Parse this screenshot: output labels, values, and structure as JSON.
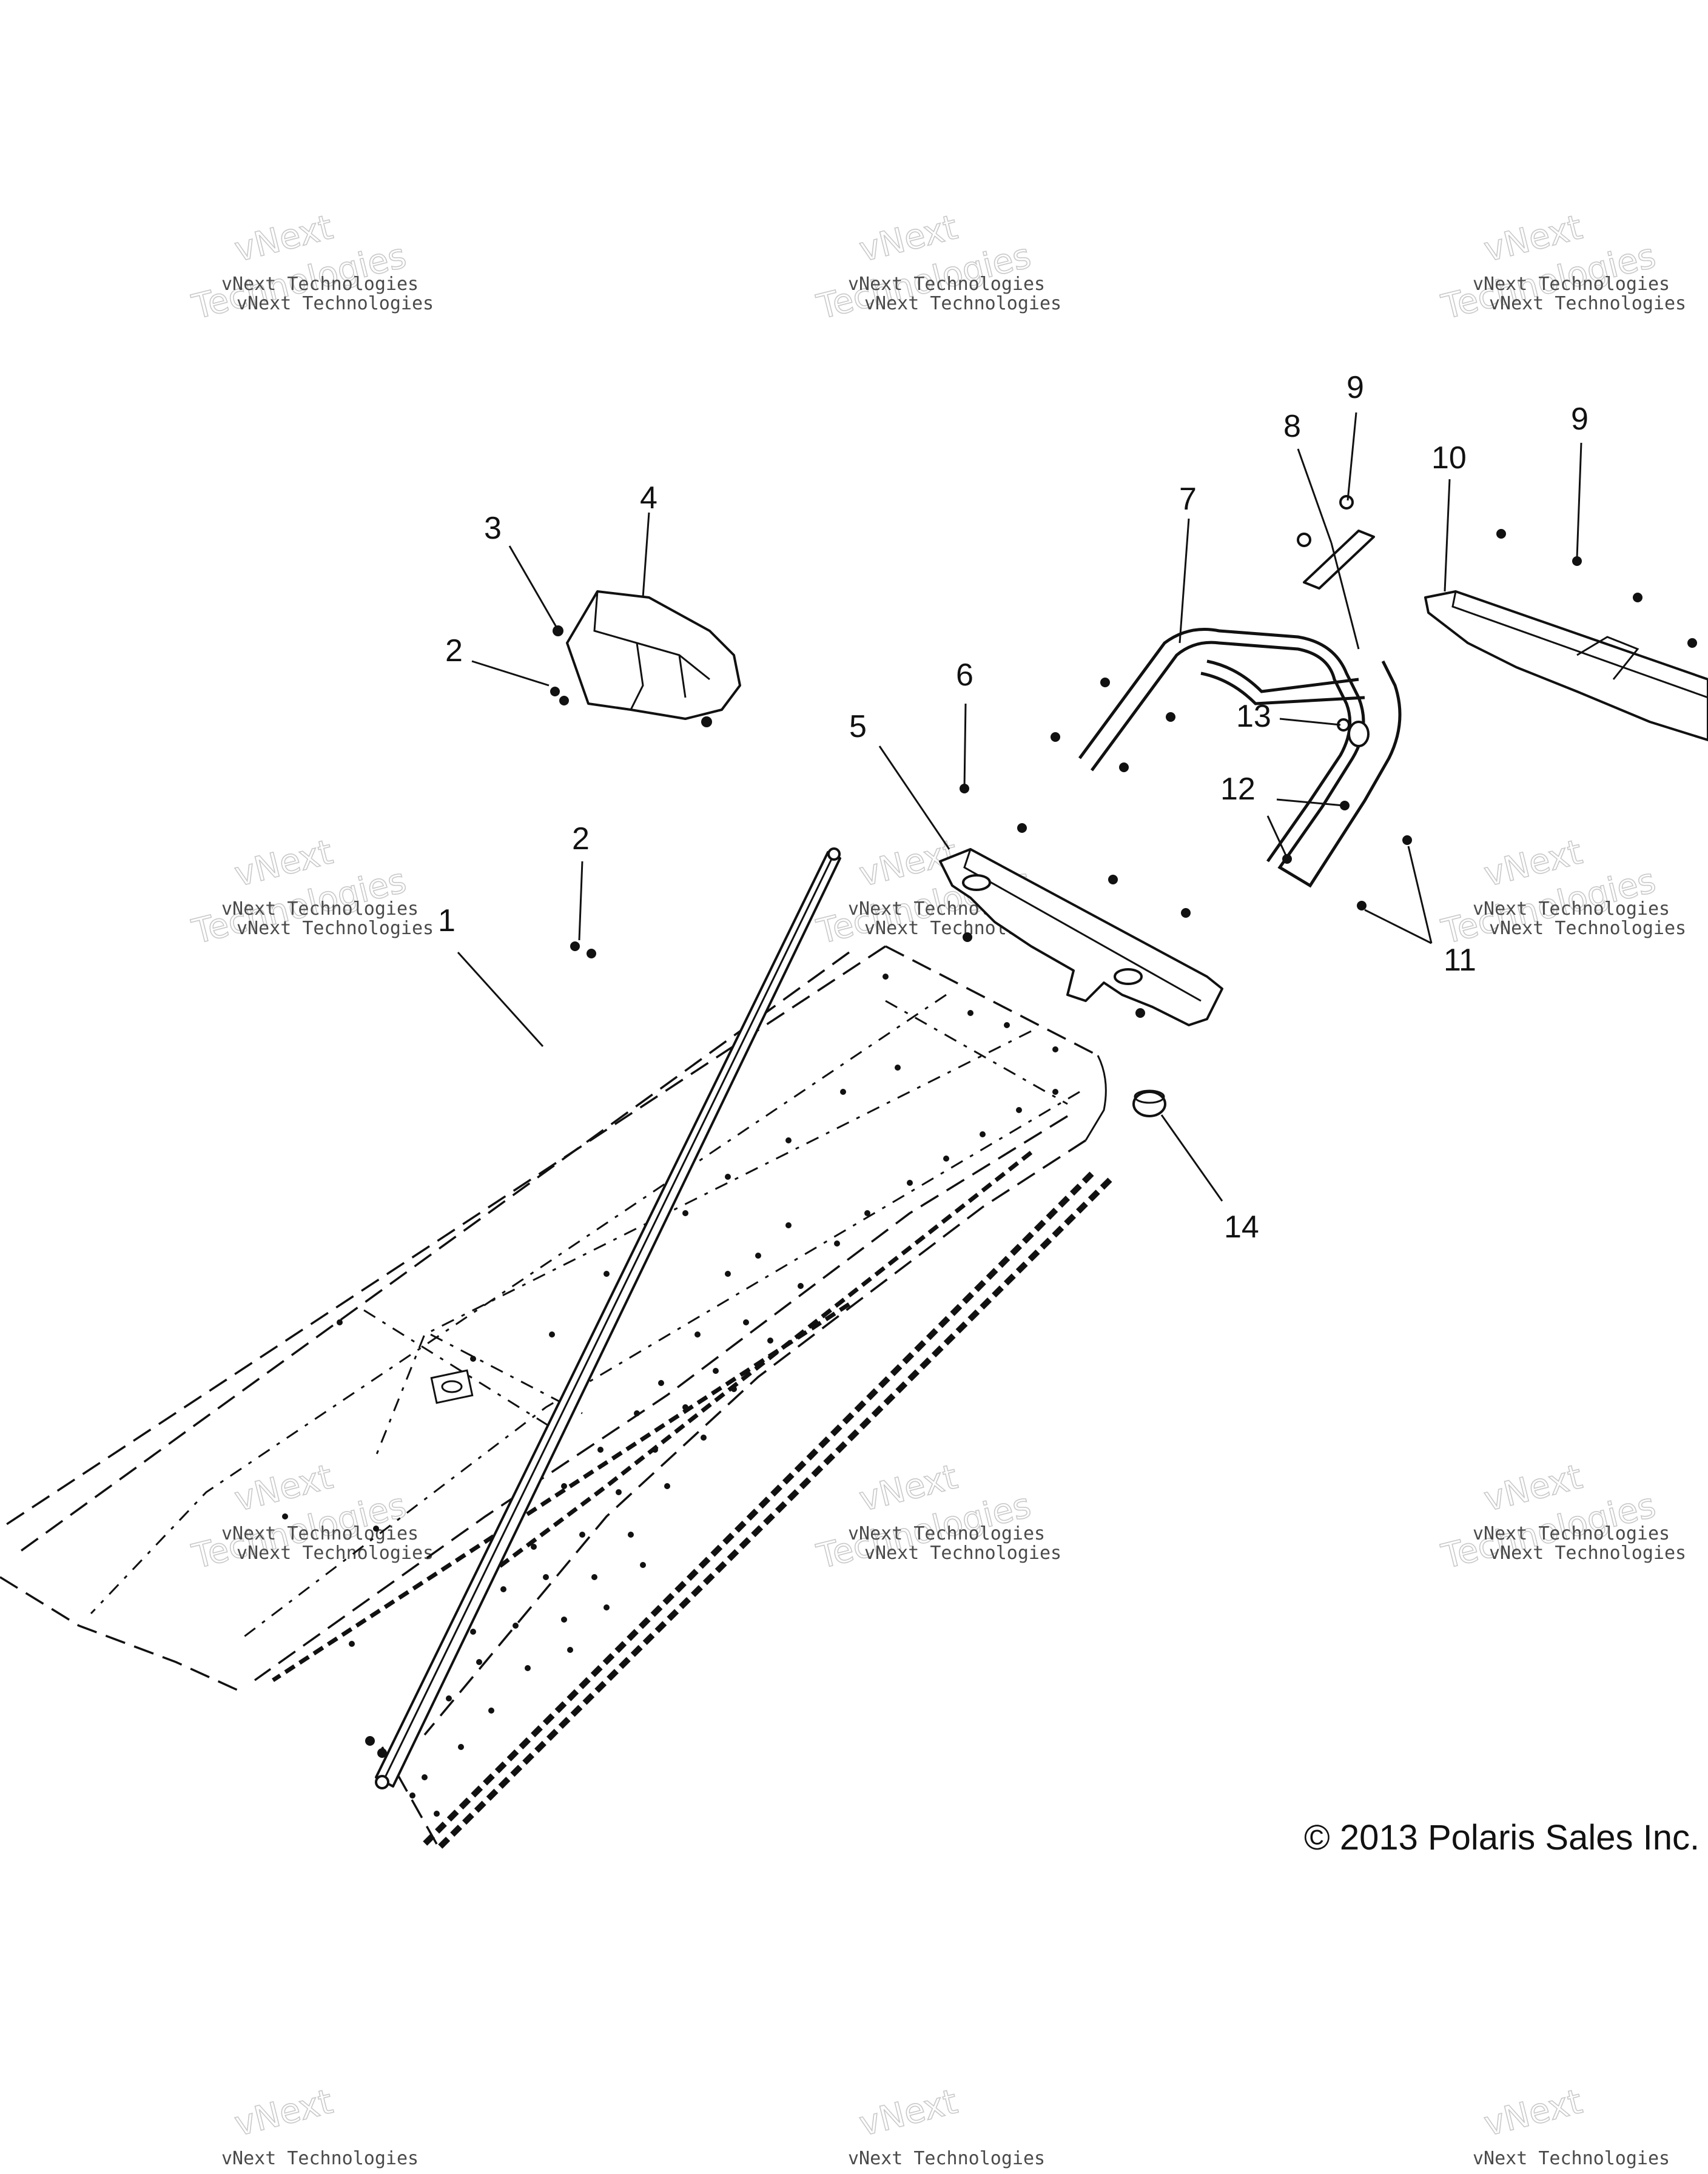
{
  "callouts": {
    "c1": "1",
    "c2a": "2",
    "c2b": "2",
    "c3": "3",
    "c4": "4",
    "c5": "5",
    "c6": "6",
    "c7": "7",
    "c8": "8",
    "c9a": "9",
    "c9b": "9",
    "c10": "10",
    "c11": "11",
    "c12": "12",
    "c13": "13",
    "c14": "14"
  },
  "watermark": {
    "small": "vNext Technologies",
    "big_top": "vNext",
    "big_bottom": "Technologies"
  },
  "copyright": "© 2013 Polaris Sales Inc."
}
